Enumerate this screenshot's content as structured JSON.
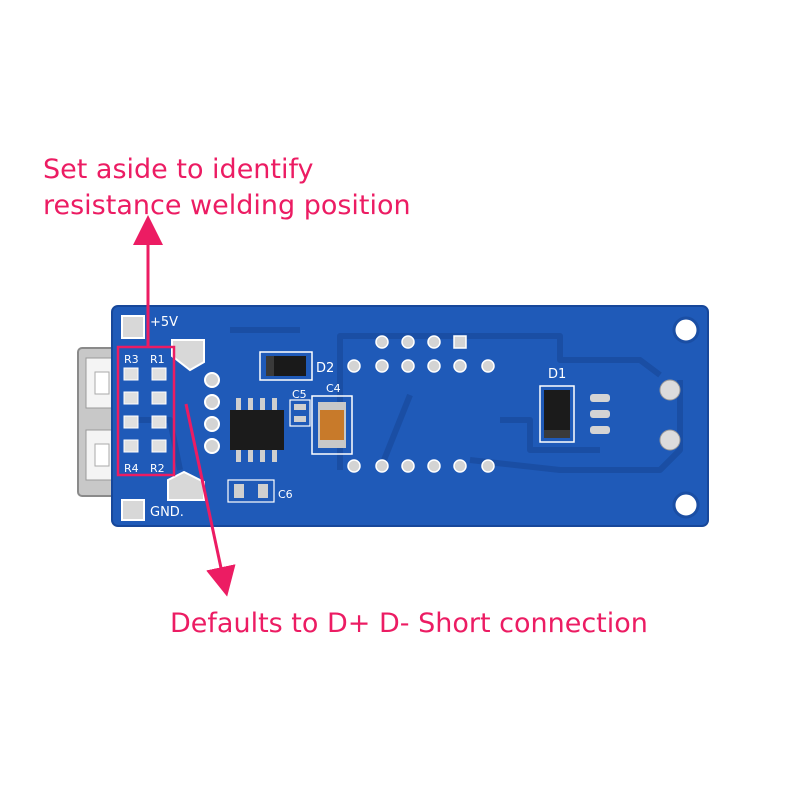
{
  "annotations": {
    "top_line1": "Set aside to identify",
    "top_line2": "resistance welding position",
    "bottom": "Defaults to D+ D- Short connection",
    "color": "#ec1c63"
  },
  "board": {
    "color": "#1f5ab8",
    "labels": {
      "plus5v": "+5V",
      "gnd": "GND.",
      "r1": "R1",
      "r2": "R2",
      "r3": "R3",
      "r4": "R4",
      "d1": "D1",
      "d2": "D2",
      "c4": "C4",
      "c5": "C5",
      "c6": "C6"
    }
  }
}
